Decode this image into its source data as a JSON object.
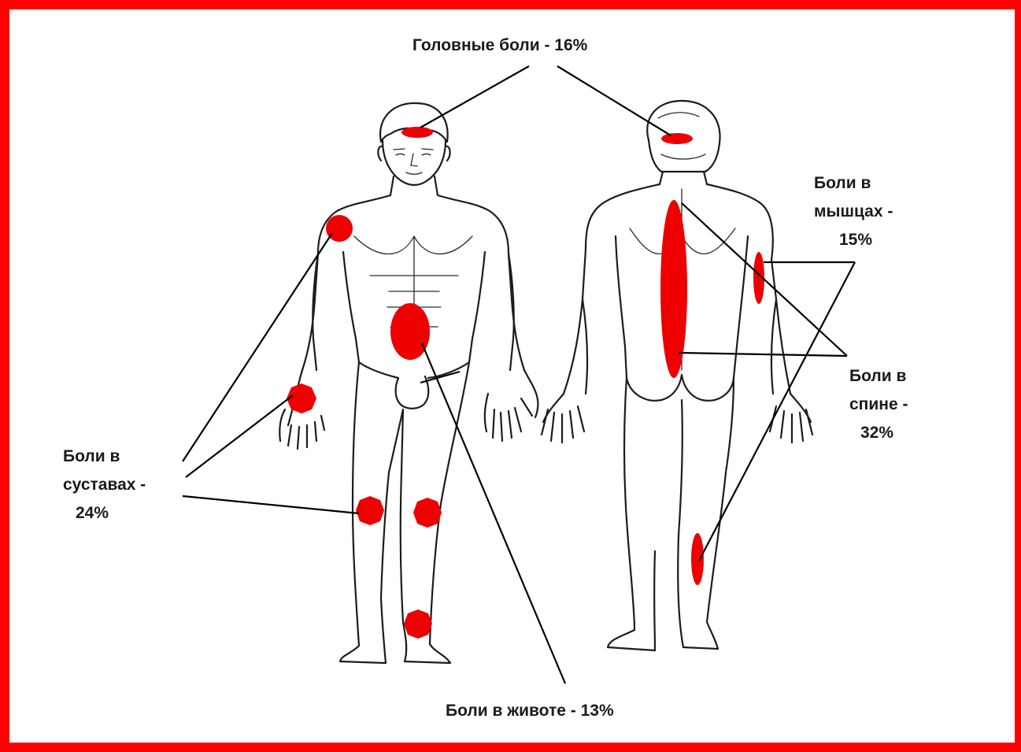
{
  "colors": {
    "frame": "#ff0000",
    "pain_marker": "#ee0000",
    "line": "#000000",
    "background": "#ffffff"
  },
  "labels": {
    "head": [
      "Головные боли - 16%"
    ],
    "muscles": [
      "Боли в",
      "мышцах -",
      "15%"
    ],
    "back": [
      "Боли в",
      "спине -",
      "32%"
    ],
    "joints": [
      "Боли в",
      "суставах -",
      "24%"
    ],
    "stomach": [
      "Боли в животе - 13%"
    ]
  },
  "chart_data": {
    "type": "diagram",
    "categories": [
      "Головные боли",
      "Боли в мышцах",
      "Боли в спине",
      "Боли в суставах",
      "Боли в животе"
    ],
    "values": [
      16,
      15,
      32,
      24,
      13
    ],
    "unit": "%"
  }
}
